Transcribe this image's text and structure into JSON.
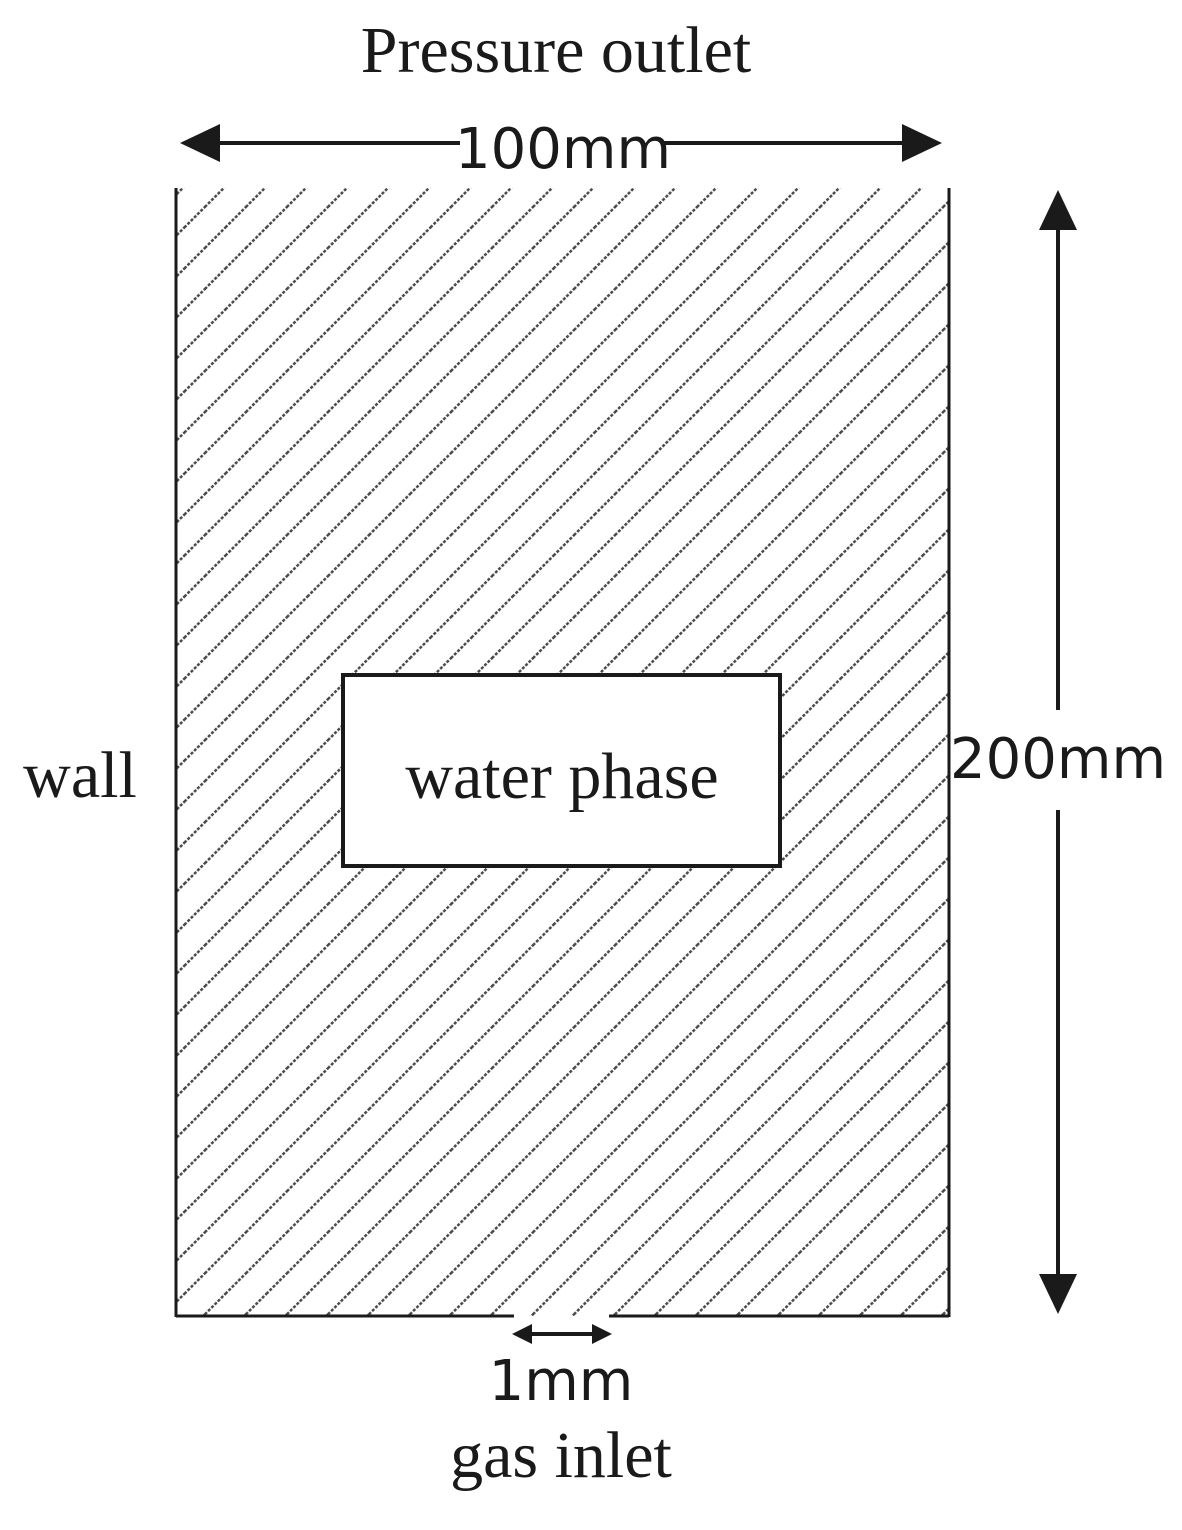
{
  "labels": {
    "top_boundary": "Pressure outlet",
    "width_dimension": "100mm",
    "height_dimension": "200mm",
    "side_boundary": "wall",
    "inner_region": "water phase",
    "inlet_dimension": "1mm",
    "bottom_boundary": "gas inlet"
  },
  "colors": {
    "ink": "#1a1a1a",
    "hatch": "#4a4a4a",
    "background": "#ffffff"
  }
}
